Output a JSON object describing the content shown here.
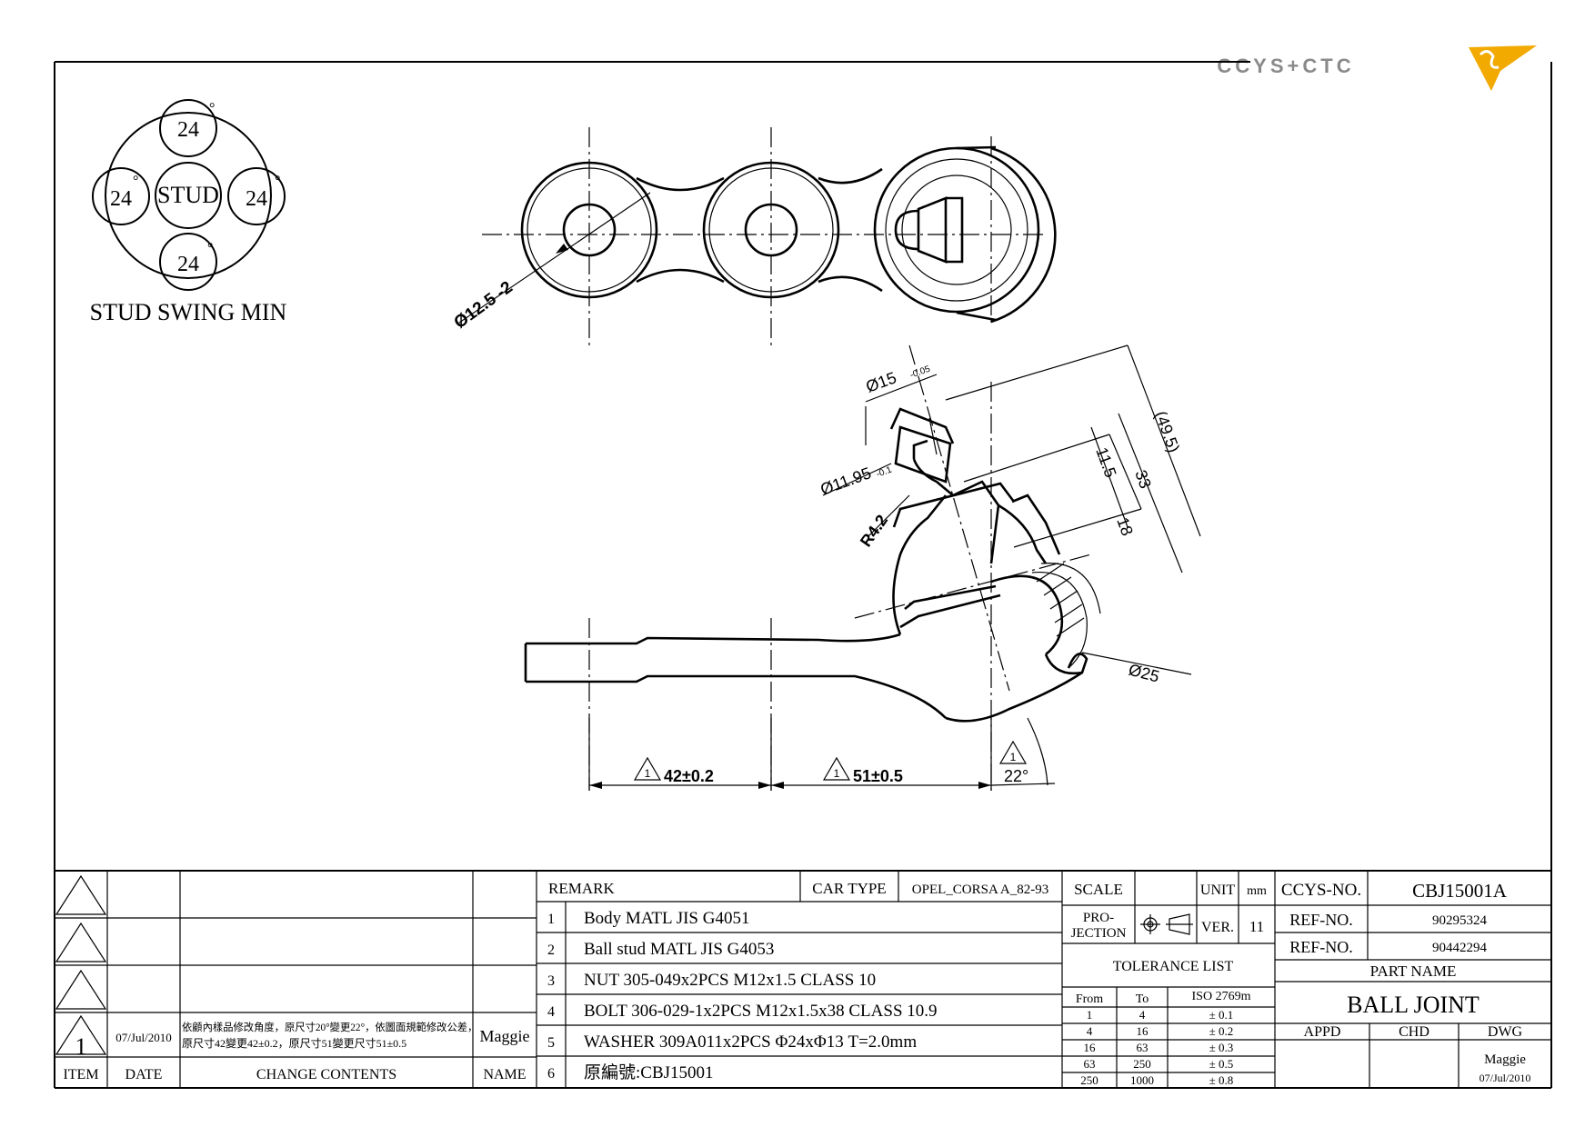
{
  "logo": {
    "text": "CCYS+CTC",
    "accent": "#f2a900",
    "gray": "#8a8a8a"
  },
  "swing": {
    "center_label": "STUD",
    "values": [
      "24",
      "24",
      "24",
      "24"
    ],
    "degree": "°",
    "caption": "STUD SWING MIN"
  },
  "dims": {
    "hole": "Ø12.5 -2",
    "top_dia": "Ø15",
    "top_tol": "-0.05",
    "mid_dia": "Ø11.95",
    "mid_tol": "-0.1",
    "radius": "R4.2",
    "d495": "(49.5)",
    "d33": "33",
    "d115": "11.5",
    "d18": "18",
    "d25": "Ø25",
    "d42": "42±0.2",
    "d51": "51±0.5",
    "angle": "22°",
    "marker": "1"
  },
  "revision": {
    "rows": [
      {
        "item": "",
        "date": "",
        "change": "",
        "name": ""
      },
      {
        "item": "",
        "date": "",
        "change": "",
        "name": ""
      },
      {
        "item": "",
        "date": "",
        "change": "",
        "name": ""
      },
      {
        "item": "1",
        "date": "07/Jul/2010",
        "change_line1": "依顧內樣品修改角度，原尺寸20°變更22°，依圖面規範修改公差，",
        "change_line2": "原尺寸42變更42±0.2，原尺寸51變更尺寸51±0.5",
        "name": "Maggie"
      }
    ],
    "headers": {
      "item": "ITEM",
      "date": "DATE",
      "change": "CHANGE CONTENTS",
      "name": "NAME"
    }
  },
  "remarks": {
    "header": "REMARK",
    "car_type_label": "CAR TYPE",
    "car_type": "OPEL_CORSA A_82-93",
    "items": [
      {
        "no": "1",
        "text": "Body MATL JIS G4051"
      },
      {
        "no": "2",
        "text": "Ball stud MATL JIS G4053"
      },
      {
        "no": "3",
        "text": "NUT 305-049x2PCS M12x1.5 CLASS 10"
      },
      {
        "no": "4",
        "text": "BOLT 306-029-1x2PCS M12x1.5x38 CLASS 10.9"
      },
      {
        "no": "5",
        "text": "WASHER 309A011x2PCS Φ24xΦ13 T=2.0mm"
      },
      {
        "no": "6",
        "text": "原編號:CBJ15001"
      }
    ]
  },
  "spec": {
    "scale": "SCALE",
    "unit_label": "UNIT",
    "unit": "mm",
    "projection_l1": "PRO-",
    "projection_l2": "JECTION",
    "ver_label": "VER.",
    "ver": "11",
    "tolerance_title": "TOLERANCE LIST",
    "tol_headers": [
      "From",
      "To",
      "ISO 2769m"
    ],
    "tolerances": [
      [
        "1",
        "4",
        "± 0.1"
      ],
      [
        "4",
        "16",
        "± 0.2"
      ],
      [
        "16",
        "63",
        "± 0.3"
      ],
      [
        "63",
        "250",
        "± 0.5"
      ],
      [
        "250",
        "1000",
        "± 0.8"
      ]
    ]
  },
  "title_block": {
    "ccys_label": "CCYS-NO.",
    "ccys_no": "CBJ15001A",
    "ref_label": "REF-NO.",
    "ref1": "90295324",
    "ref2": "90442294",
    "part_name_label": "PART NAME",
    "part_name": "BALL JOINT",
    "appd": "APPD",
    "chd": "CHD",
    "dwg": "DWG",
    "drawn_by": "Maggie",
    "drawn_date": "07/Jul/2010"
  }
}
